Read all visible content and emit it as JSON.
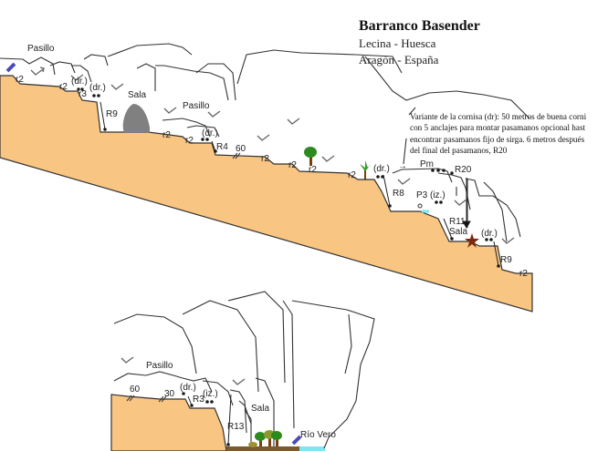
{
  "header": {
    "title": "Barranco Basender",
    "location_line1": "Lecina - Huesca",
    "location_line2": "Aragón - España"
  },
  "note": {
    "lines": [
      "Variante de la cornisa (dr): 50 metros de buena corni",
      "con 5 anclajes para montar pasamanos opcional hast",
      "encontrar pasamanos fijo de sirga. 6 metros después",
      "del final del pasamanos, R20"
    ]
  },
  "upper_section": {
    "labels": {
      "pasillo1": "Pasillo",
      "r2_a": "r2",
      "r2_b": "r2",
      "dr_a": "(dr.)",
      "r3": "r3",
      "dr_b": "(dr.)",
      "sala1": "Sala",
      "r9_a": "R9",
      "pasillo2": "Pasillo",
      "r2_c": "r2",
      "r2_d": "r2",
      "dr_c": "(dr.)",
      "r4": "R4",
      "d60": "60",
      "r2_e": "r2",
      "r2_f": "r2",
      "r2_g": "r2",
      "r2_h": "r2",
      "dr_d": "(dr.)",
      "arrow": "→",
      "pm": "Pm",
      "r20": "R20",
      "r8": "R8",
      "p3": "P3",
      "iz_a": "(iz.)",
      "r11": "R11",
      "sala2": "Sala",
      "dr_e": "(dr.)",
      "r9_b": "R9",
      "r2_i": "r2"
    }
  },
  "lower_section": {
    "labels": {
      "pasillo": "Pasillo",
      "d60": "60",
      "d30": "30",
      "dr": "(dr.)",
      "r3": "R3",
      "iz": "(iz.)",
      "sala": "Sala",
      "r13": "R13",
      "rio": "Río Vero"
    }
  },
  "colors": {
    "rock": "#f9c583",
    "water": "#7fe6ef",
    "arrow": "#4a4ab8",
    "tree": "#2d8a1e",
    "trunk": "#7a3e10",
    "boulder": "#808080"
  }
}
